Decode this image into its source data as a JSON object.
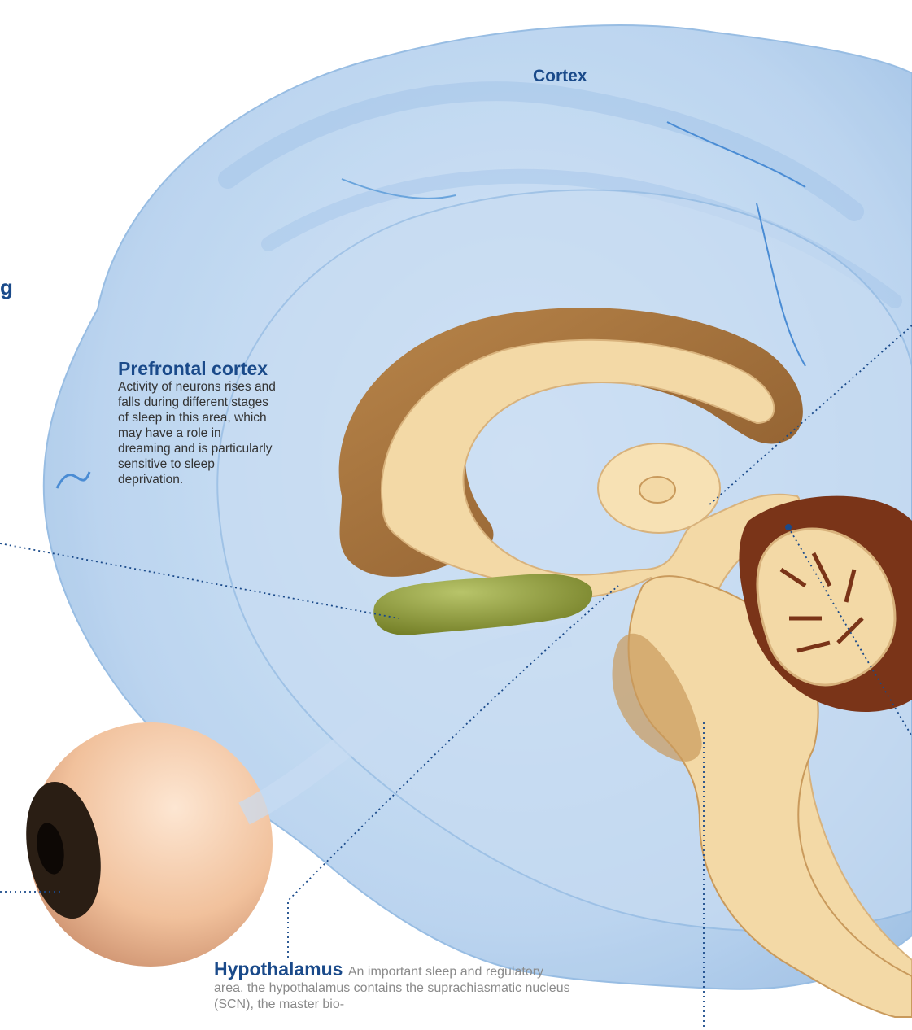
{
  "labels": {
    "cortex": "Cortex",
    "prefrontal_title": "Prefrontal cortex",
    "prefrontal_body": "Activity of neurons rises and falls during different stages of sleep in this area, which may have a role in dreaming and is particularly sensitive to sleep deprivation.",
    "hypothalamus_title": "Hypothalamus",
    "hypothalamus_body": "An important sleep and regulatory area, the hypothalamus contains the suprachiasmatic nucleus (SCN), the master bio-",
    "stray_glyph": "g"
  },
  "colors": {
    "label_blue": "#1a4a8a",
    "body_text": "#333333",
    "hypo_body_text": "#8a8a8a",
    "brain_shell": "#b9d4ef",
    "brain_shell_dark": "#8db6e0",
    "brain_section": "#f3d9a6",
    "brain_section_dark": "#c99a5c",
    "cerebellum_dark": "#7a3418",
    "amygdala": "#8d9a3c",
    "eye": "#f4c8a6",
    "pupil": "#2a1e14",
    "leader_line": "#1a4a8a"
  }
}
